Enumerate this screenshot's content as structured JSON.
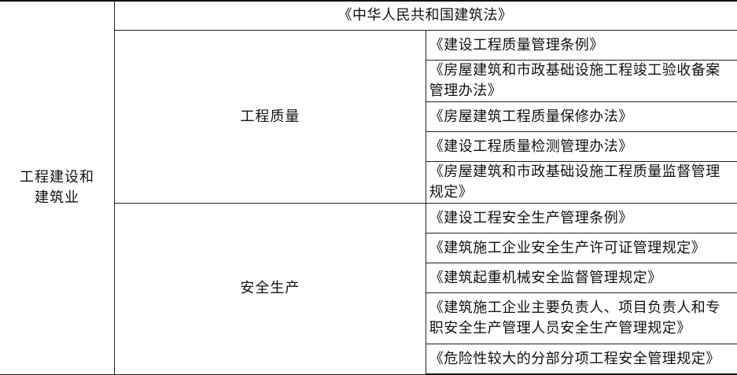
{
  "table": {
    "sector": "工程建设和建筑业",
    "top_law": "《中华人民共和国建筑法》",
    "groups": [
      {
        "area": "工程质量",
        "regulations": [
          "《建设工程质量管理条例》",
          "《房屋建筑和市政基础设施工程竣工验收备案管理办法》",
          "《房屋建筑工程质量保修办法》",
          "《建设工程质量检测管理办法》",
          "《房屋建筑和市政基础设施工程质量监督管理规定》"
        ]
      },
      {
        "area": "安全生产",
        "regulations": [
          "《建设工程安全生产管理条例》",
          "《建筑施工企业安全生产许可证管理规定》",
          "《建筑起重机械安全监督管理规定》",
          "《建筑施工企业主要负责人、项目负责人和专职安全生产管理人员安全生产管理规定》",
          "《危险性较大的分部分项工程安全管理规定》"
        ]
      }
    ]
  }
}
